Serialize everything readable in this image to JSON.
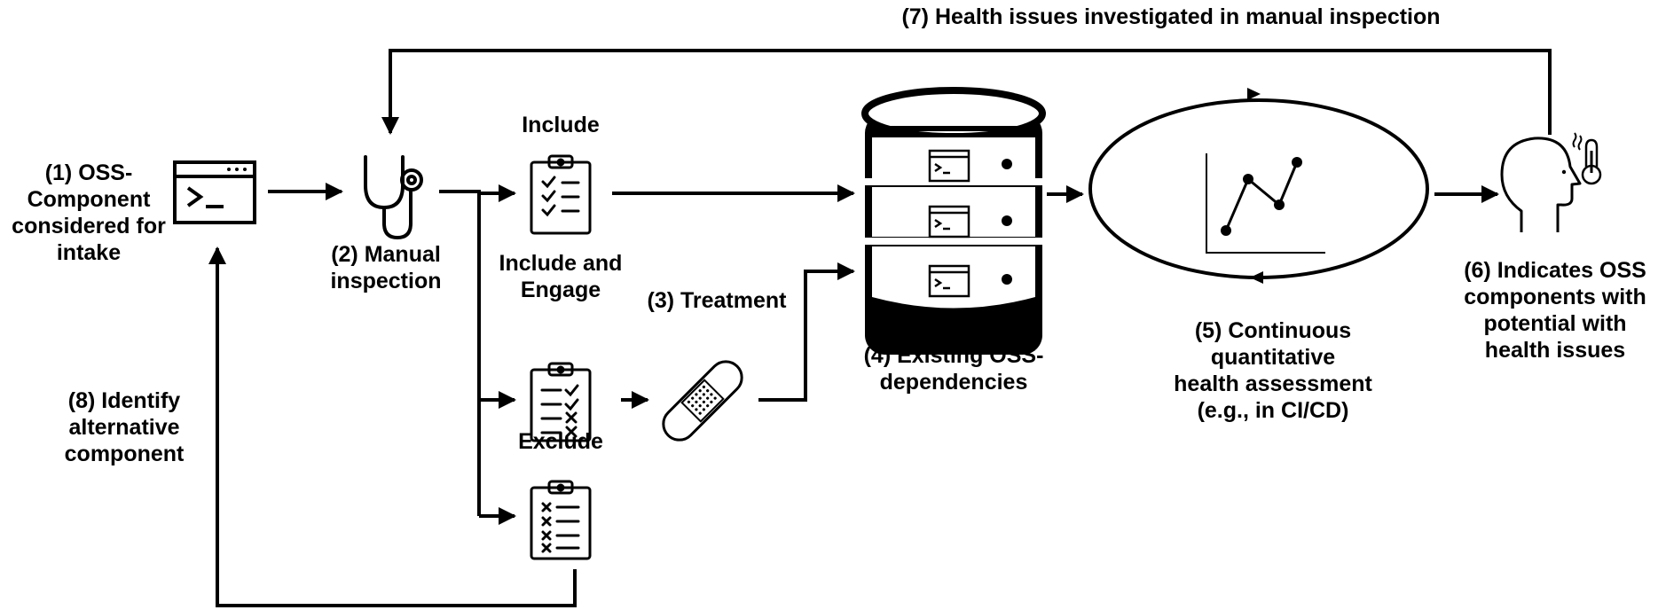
{
  "labels": {
    "intake": [
      "(1) OSS-",
      "Component",
      "considered for",
      "intake"
    ],
    "manual_inspection": [
      "(2) Manual",
      "inspection"
    ],
    "include": "Include",
    "include_engage": [
      "Include and",
      "Engage"
    ],
    "exclude": "Exclude",
    "treatment": "(3) Treatment",
    "existing_deps": [
      "(4) Existing OSS-",
      "dependencies"
    ],
    "continuous_assessment": [
      "(5) Continuous",
      "quantitative",
      "health assessment",
      "(e.g., in CI/CD)"
    ],
    "indicates": [
      "(6) Indicates OSS",
      "components with",
      "potential with",
      "health issues"
    ],
    "health_issues_feedback": "(7) Health issues investigated in manual inspection",
    "identify_alternative": [
      "(8) Identify",
      "alternative",
      "component"
    ]
  },
  "icons": [
    "terminal-window-icon",
    "stethoscope-icon",
    "clipboard-check-icon",
    "clipboard-mixed-icon",
    "clipboard-cross-icon",
    "bandage-icon",
    "database-icon",
    "line-chart-icon",
    "sick-head-icon",
    "thermometer-icon"
  ],
  "colors": {
    "stroke": "#000000",
    "background": "#ffffff"
  }
}
